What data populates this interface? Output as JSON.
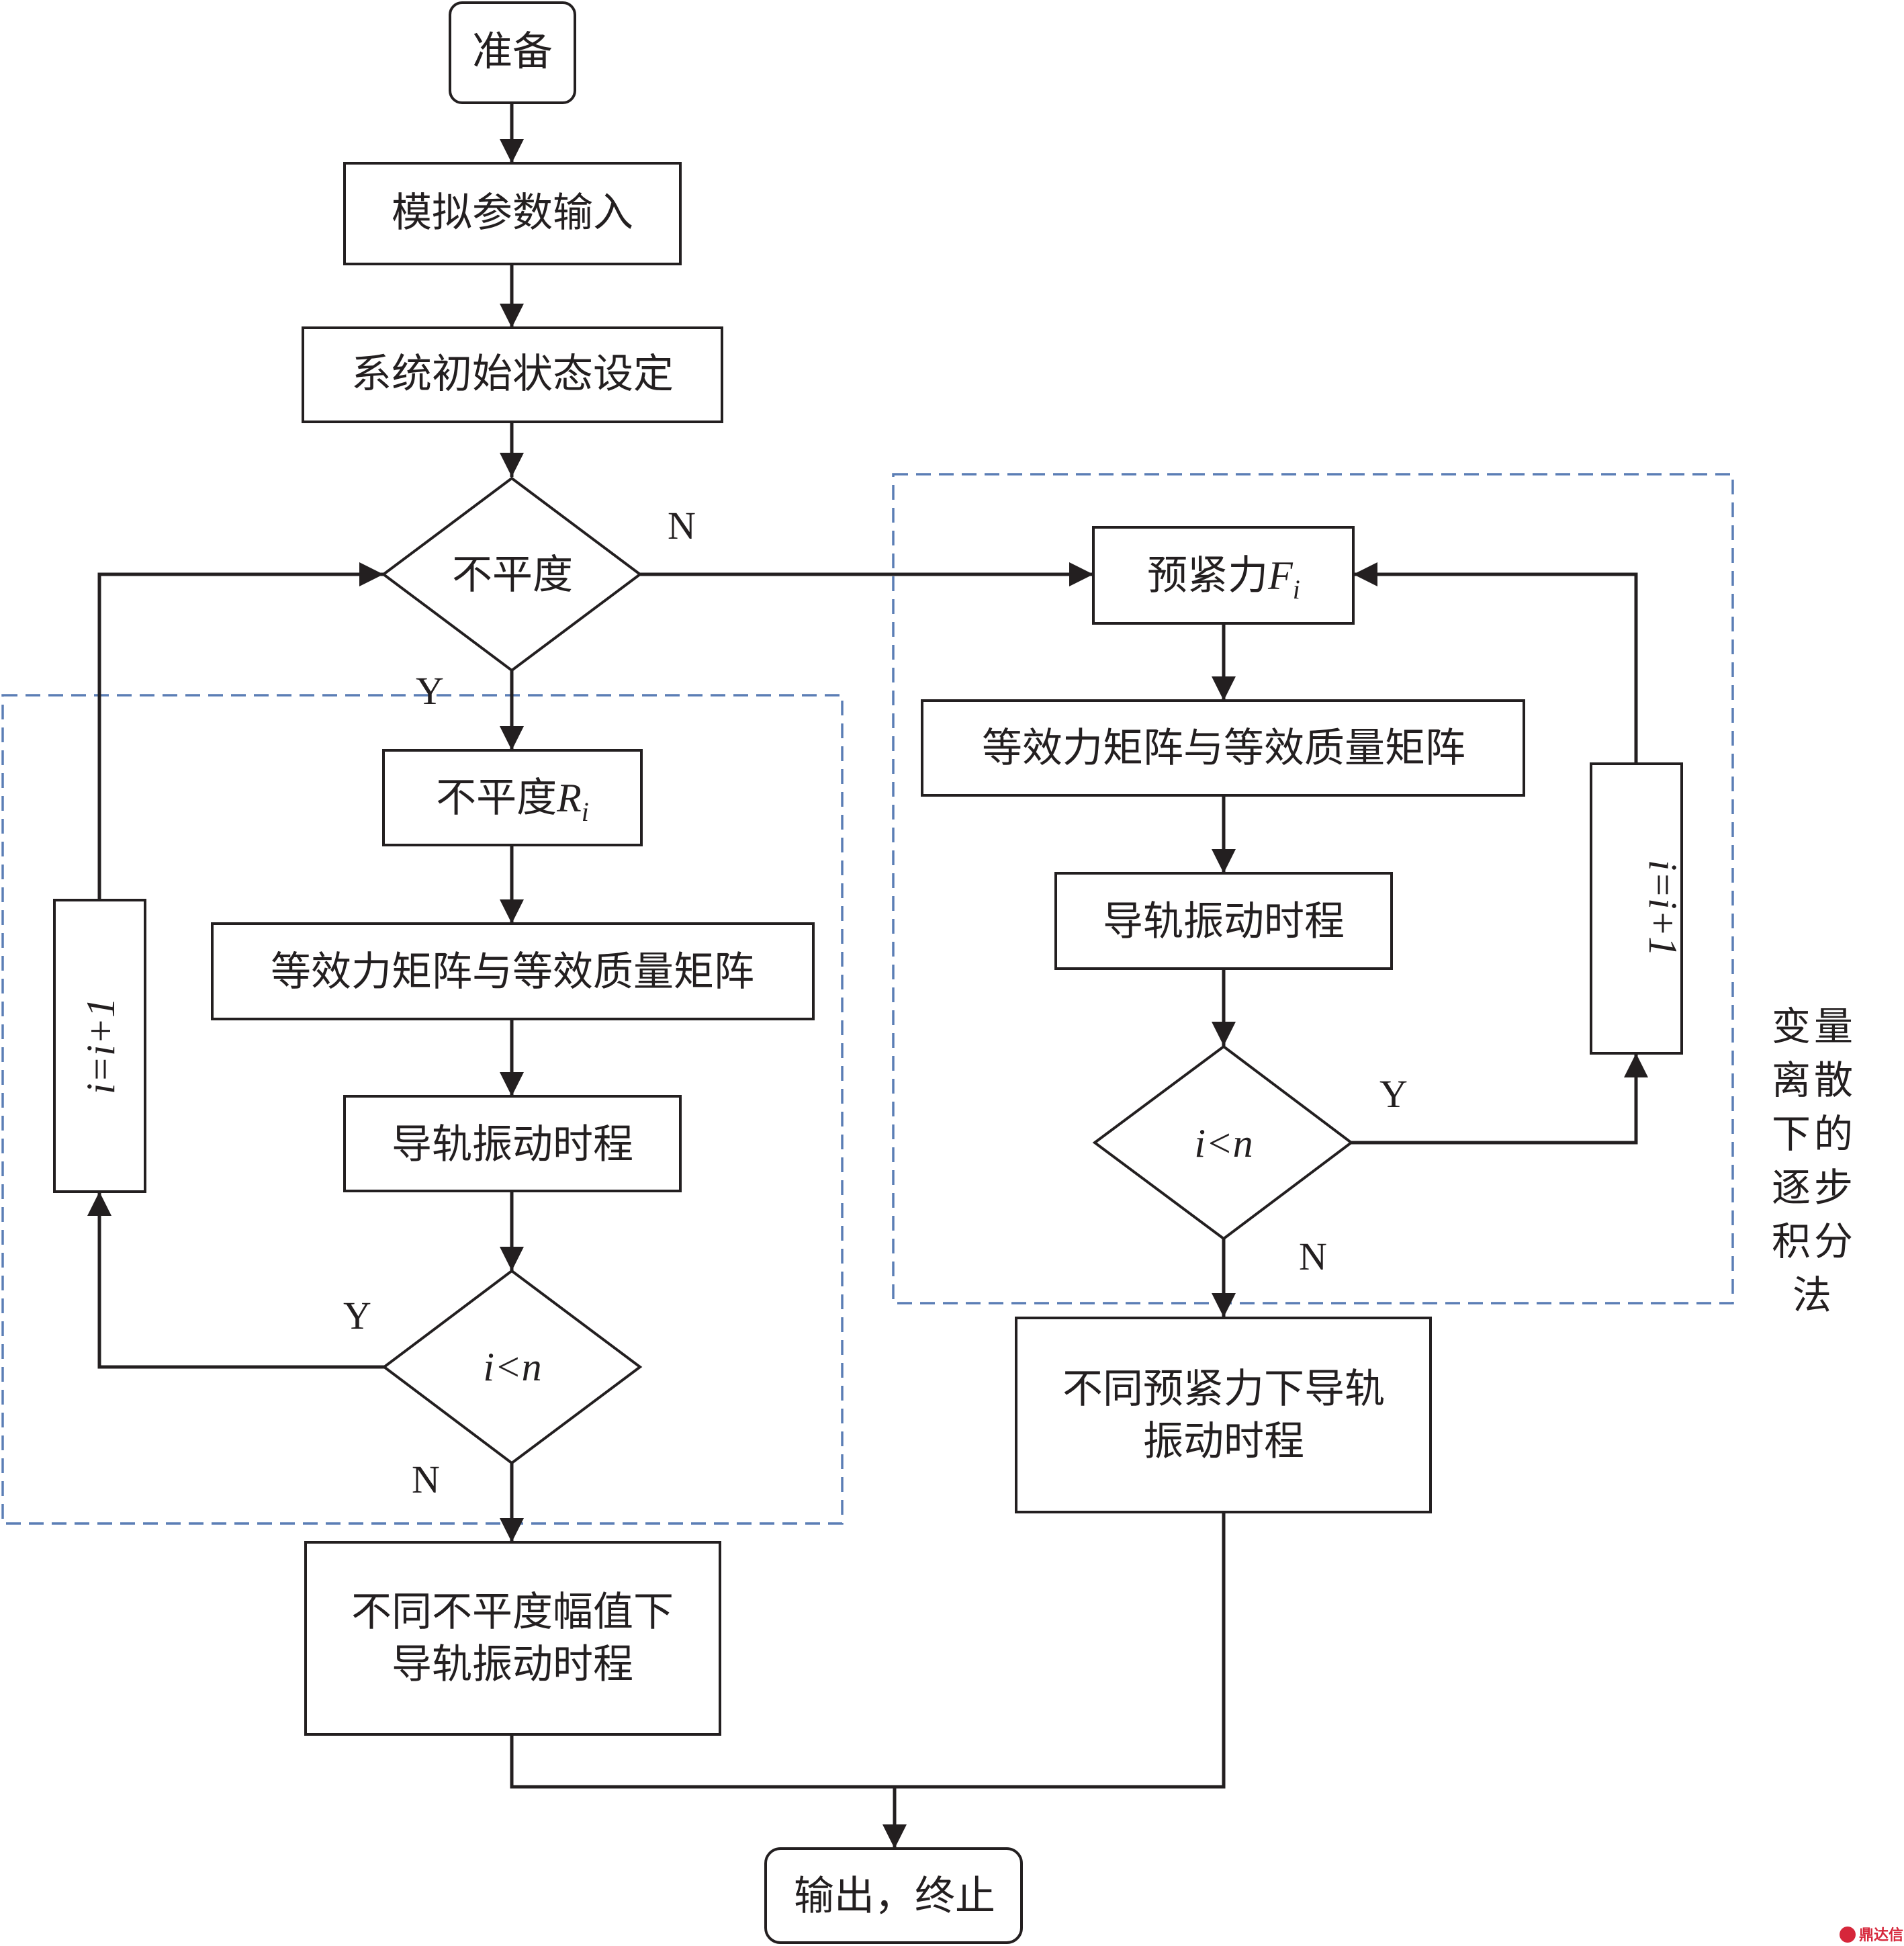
{
  "nodes": {
    "prepare": "准备",
    "param_input": "模拟参数输入",
    "init_state": "系统初始状态设定",
    "unbalance_decision": "不平度",
    "unbalance_ri": "不平度",
    "unbalance_ri_var": "R",
    "unbalance_ri_sub": "i",
    "left_matrices": "等效力矩阵与等效质量矩阵",
    "left_vibration": "导轨振动时程",
    "left_loop_cond": "i<n",
    "left_increment": "i=i+1",
    "left_result_line1": "不同不平度幅值下",
    "left_result_line2": "导轨振动时程",
    "preload_fi": "预紧力",
    "preload_fi_var": "F",
    "preload_fi_sub": "i",
    "right_matrices": "等效力矩阵与等效质量矩阵",
    "right_vibration": "导轨振动时程",
    "right_loop_cond": "i<n",
    "right_increment": "i=i+1",
    "right_result_line1": "不同预紧力下导轨",
    "right_result_line2": "振动时程",
    "output_end": "输出，终止"
  },
  "edge_labels": {
    "decision_no": "N",
    "decision_yes": "Y",
    "left_loop_yes": "Y",
    "left_loop_no": "N",
    "right_loop_yes": "Y",
    "right_loop_no": "N"
  },
  "side_label": {
    "col1": [
      "变",
      "离",
      "下",
      "逐",
      "积"
    ],
    "col2": [
      "量",
      "散",
      "的",
      "步",
      "分"
    ],
    "last": "法"
  },
  "watermark": "鼎达信",
  "colors": {
    "stroke": "#231f20",
    "dashed_region": "#5b7eb5",
    "watermark": "#d6263a"
  }
}
